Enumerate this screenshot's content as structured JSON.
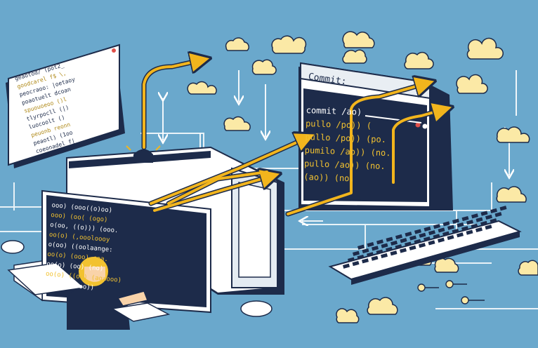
{
  "palette": {
    "background": "#6aa8cc",
    "navy": "#1d2b4a",
    "arrow": "#f2b51d",
    "cloud": "#fbe9a6",
    "panel": "#ffffff",
    "code_bg": "#1d2b4a",
    "code_yellow": "#f2c230"
  },
  "icons": {
    "clouds": "cloud-icon",
    "arrows": "arrow-icon",
    "keyboard": "keyboard-icon",
    "mouse": "mouse-icon",
    "person": "person-icon"
  },
  "terminal_window": {
    "title": "Commit: ",
    "lines": [
      "commit /ao)",
      "pullo /po)) (",
      "pullo /po)) (po.",
      "pumilo /ao)) (no.",
      "pullo /ao)) (no.",
      "        (ao)) (no."
    ]
  },
  "left_panel": {
    "lines": [
      "geaotod/ (pot2_",
      "goodcarel f$ \\,",
      "peocraoo: |oetaoy",
      "poaotuelt  dcoan",
      "spuouoeoo   ()l",
      "tlyrpocll   (|)",
      "luocoolt    ()",
      "peuonb   reonn",
      "peaotl) (1oo",
      "coeonadel f|"
    ]
  },
  "bottom_screen": {
    "lines": [
      "ooo)  (ooo((o)oo)",
      "ooo)  (oo( (ogo)",
      "o(oo,  ((o))) (ooo.",
      "oo(o) (,oooloooy",
      "o(oo)  ((oolaange:",
      "oo(o) (ooo) caa.",
      "oo(o)  (oo)  (no)",
      "oo(o) ((oo) (agaooo)",
      "  ooo) (o) oo))"
    ]
  }
}
